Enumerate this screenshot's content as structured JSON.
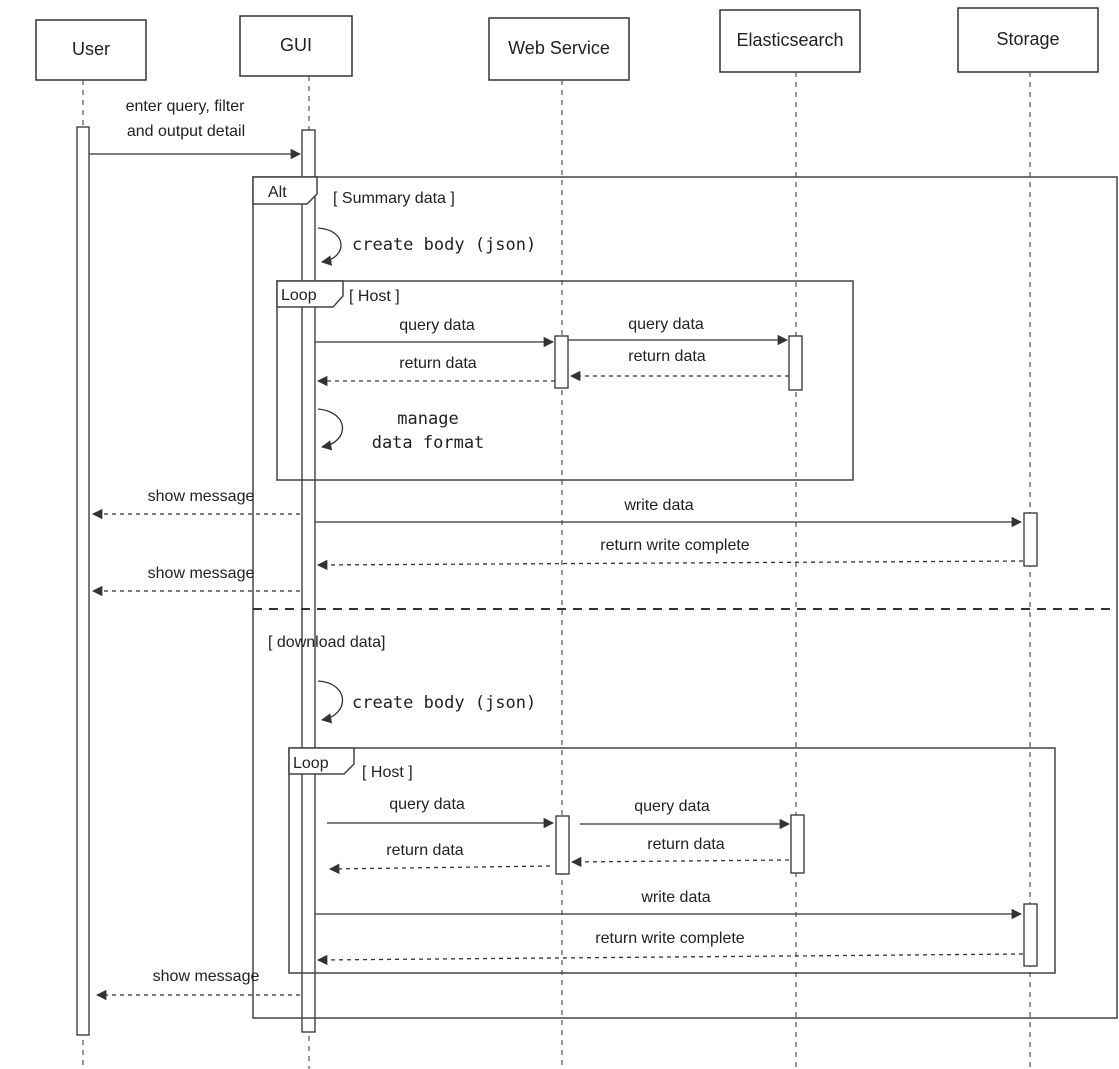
{
  "participants": {
    "user": "User",
    "gui": "GUI",
    "web_service": "Web Service",
    "elasticsearch": "Elasticsearch",
    "storage": "Storage"
  },
  "initial": {
    "message_line1": "enter query, filter",
    "message_line2": "and output detail"
  },
  "alt": {
    "label": "Alt",
    "guard1": "[ Summary data ]",
    "guard2": "[ download data]",
    "summary": {
      "create_body": "create body (json)",
      "loop_label": "Loop",
      "loop_guard": "[ Host ]",
      "query_data_ws": "query data",
      "query_data_es": "query data",
      "return_data_es": "return data",
      "return_data_ws": "return data",
      "manage_line1": "manage",
      "manage_line2": "data format",
      "show_message_1": "show message",
      "write_data": "write data",
      "return_write_complete": "return write complete",
      "show_message_2": "show message"
    },
    "download": {
      "create_body": "create body (json)",
      "loop_label": "Loop",
      "loop_guard": "[ Host ]",
      "query_data_ws": "query data",
      "query_data_es": "query data",
      "return_data_es": "return data",
      "return_data_ws": "return data",
      "write_data": "write data",
      "return_write_complete": "return write complete",
      "show_message": "show message"
    }
  },
  "colors": {
    "line": "#333333",
    "frame": "#444444",
    "box_fill": "#ffffff",
    "background": "#ffffff"
  }
}
